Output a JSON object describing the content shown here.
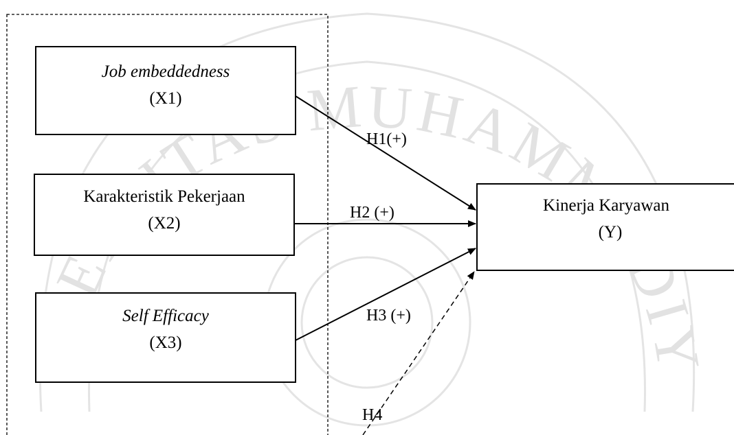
{
  "watermark": {
    "text": "UNIVERSITAS MUHAMMADIYAH",
    "color": "#e2e2e2"
  },
  "boxes": {
    "x1": {
      "title": "Job embeddedness",
      "code": "(X1)"
    },
    "x2": {
      "title": "Karakteristik Pekerjaan",
      "code": "(X2)"
    },
    "x3": {
      "title": "Self Efficacy",
      "code": "(X3)"
    },
    "y": {
      "title": "Kinerja Karyawan",
      "code": "(Y)"
    }
  },
  "hypotheses": {
    "h1": "H1(+)",
    "h2": "H2 (+)",
    "h3": "H3 (+)",
    "h4": "H4"
  },
  "colors": {
    "line": "#000000",
    "background": "#ffffff"
  }
}
